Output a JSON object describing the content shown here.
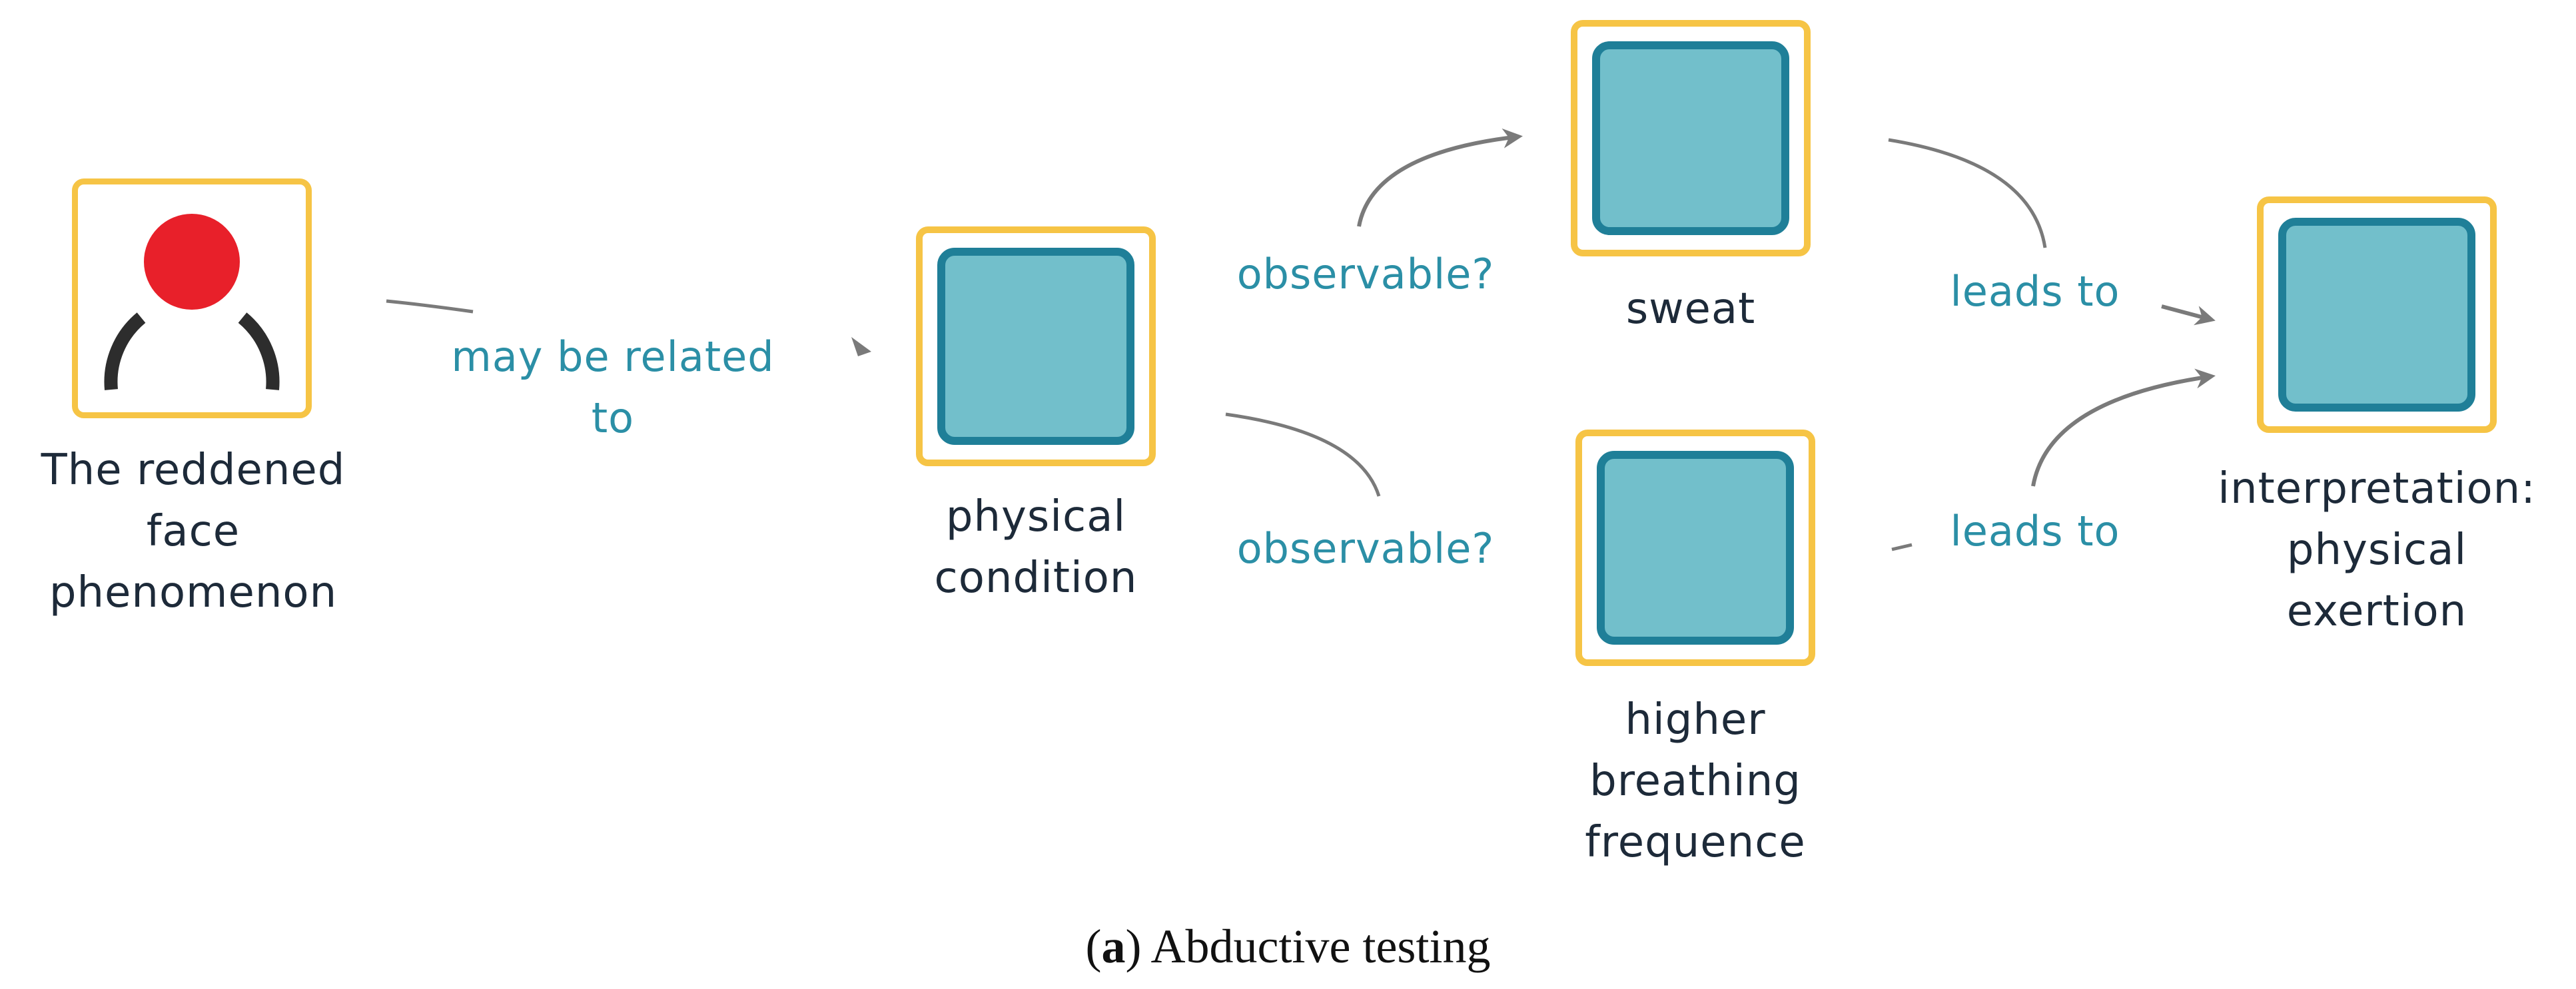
{
  "nodes": {
    "phenomenon": {
      "label": "The reddened\nface\nphenomenon",
      "icon": "person-icon"
    },
    "physical_condition": {
      "label": "physical\ncondition"
    },
    "sweat": {
      "label": "sweat"
    },
    "breathing": {
      "label": "higher\nbreathing\nfrequence"
    },
    "interpretation": {
      "label": "interpretation:\nphysical\nexertion"
    }
  },
  "edges": {
    "may_be_related": "may be related\nto",
    "observable_top": "observable?",
    "observable_bottom": "observable?",
    "leads_to_top": "leads to",
    "leads_to_bottom": "leads to"
  },
  "caption": {
    "letter": "a",
    "text": "Abductive testing"
  },
  "colors": {
    "node_border": "#f6c445",
    "square_fill": "#72bfcb",
    "square_border": "#1f7f98",
    "edge_label": "#2b8fa6",
    "arrow": "#7a7a7a",
    "person_head": "#e8202a",
    "person_body": "#2d2d2d"
  }
}
